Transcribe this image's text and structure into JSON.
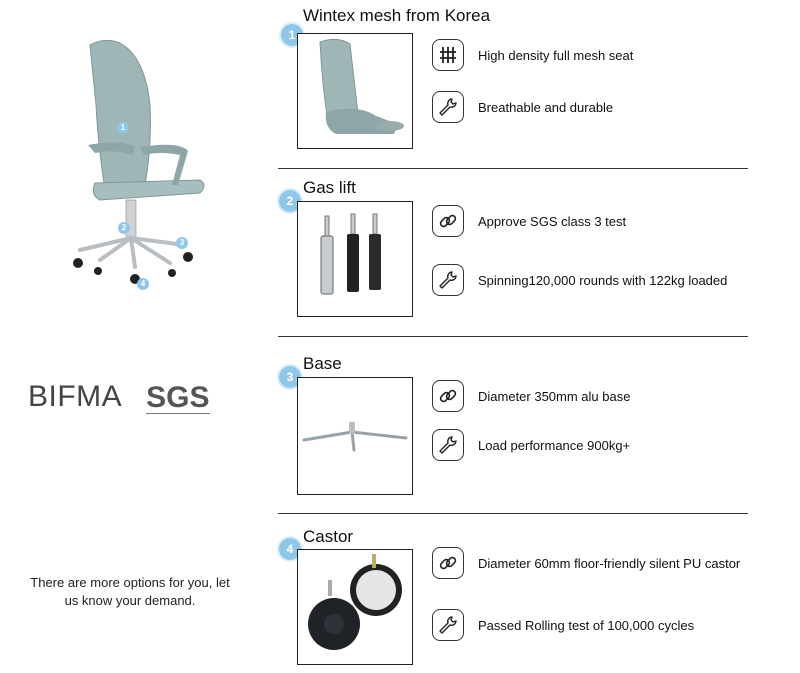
{
  "sections": [
    {
      "number": "1",
      "title": "Wintex mesh from Korea",
      "features": [
        {
          "icon": "mesh-icon",
          "text": "High density full mesh seat"
        },
        {
          "icon": "wrench-icon",
          "text": "Breathable and durable"
        }
      ]
    },
    {
      "number": "2",
      "title": "Gas lift",
      "features": [
        {
          "icon": "chain-link-icon",
          "text": "Approve SGS class 3 test"
        },
        {
          "icon": "wrench-icon",
          "text": "Spinning120,000 rounds with 122kg loaded"
        }
      ]
    },
    {
      "number": "3",
      "title": "Base",
      "features": [
        {
          "icon": "chain-link-icon",
          "text": "Diameter 350mm alu base"
        },
        {
          "icon": "wrench-icon",
          "text": "Load performance 900kg+"
        }
      ]
    },
    {
      "number": "4",
      "title": "Castor",
      "features": [
        {
          "icon": "chain-link-icon",
          "text": "Diameter 60mm floor-friendly silent PU castor"
        },
        {
          "icon": "wrench-icon",
          "text": "Passed Rolling test of 100,000 cycles"
        }
      ]
    }
  ],
  "chair_markers": [
    "1",
    "2",
    "3",
    "4"
  ],
  "logos": {
    "bifma": "BIFMA",
    "sgs": "SGS"
  },
  "note": "There are more options for you, let us know your demand.",
  "colors": {
    "badge": "#8fc7ea",
    "mesh": "#9fb6b7",
    "metal": "#b9bec3"
  }
}
